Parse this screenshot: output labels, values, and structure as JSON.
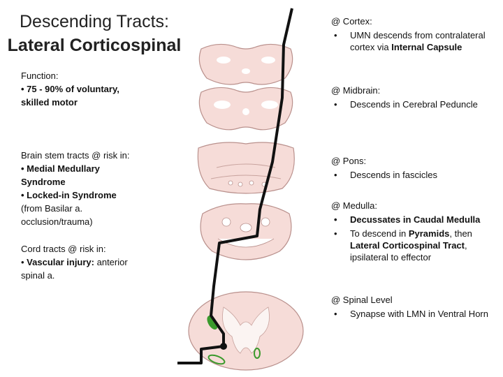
{
  "title": {
    "line1": "Descending Tracts:",
    "line2": "Lateral Corticospinal"
  },
  "left": {
    "function": {
      "heading": "Function:",
      "bullet": "• 75 - 90% of voluntary,",
      "bullet_cont": "skilled motor"
    },
    "brainstem": {
      "heading": "Brain stem tracts @ risk in:",
      "b1": "• Medial Medullary",
      "b1_cont": "Syndrome",
      "b2": "• Locked-in Syndrome",
      "b2_note1": "(from Basilar a.",
      "b2_note2": "occlusion/trauma)"
    },
    "cord": {
      "heading": "Cord tracts @ risk in:",
      "bullet_prefix": "• ",
      "bullet_bold": "Vascular injury:",
      "bullet_rest": " anterior",
      "bullet_cont": "spinal a."
    }
  },
  "right": {
    "cortex": {
      "heading": "@ Cortex:",
      "text1": "UMN descends from contralateral cortex via ",
      "text_bold": "Internal Capsule"
    },
    "midbrain": {
      "heading": "@ Midbrain:",
      "text": "Descends in Cerebral Peduncle"
    },
    "pons": {
      "heading": "@ Pons:",
      "text": "Descends in fascicles"
    },
    "medulla": {
      "heading": "@ Medulla:",
      "b1_bold": "Decussates in Caudal Medulla",
      "b2_text1": "To descend in ",
      "b2_bold1": "Pyramids",
      "b2_text2": ", then ",
      "b2_bold2": "Lateral Corticospinal Tract",
      "b2_text3": ", ipsilateral to effector"
    },
    "spinal": {
      "heading": "@ Spinal Level",
      "text": "Synapse with LMN in Ventral Horn"
    }
  },
  "colors": {
    "tissue": "#f6dcd8",
    "tissue_stroke": "#b9908c",
    "tract": "#111111",
    "synapse": "#3a9a2c"
  }
}
